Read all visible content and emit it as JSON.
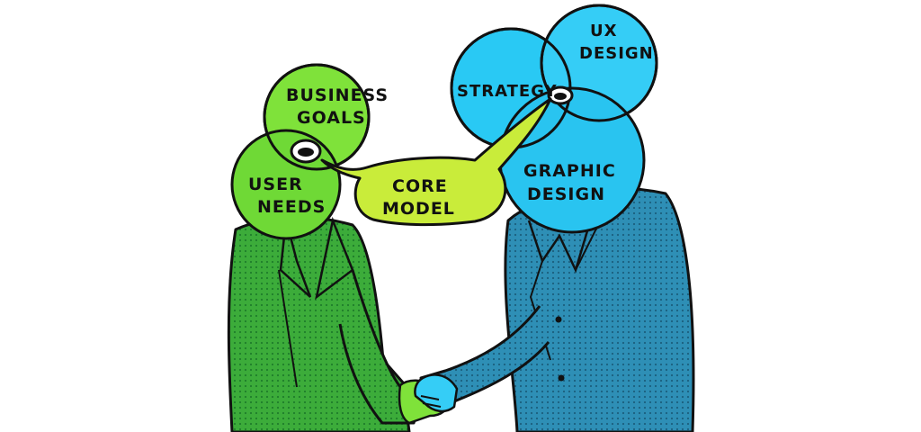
{
  "labels": {
    "business_goals": [
      "BUSINESS",
      "GOALS"
    ],
    "user_needs": [
      "USER",
      "NEEDS"
    ],
    "core_model": [
      "CORE",
      "MODEL"
    ],
    "strategy": "STRATEGY",
    "ux_design": [
      "UX",
      "DESIGN"
    ],
    "graphic_design": [
      "GRAPHIC",
      "DESIGN"
    ]
  },
  "colors": {
    "green_head": "#7fe23a",
    "green_head_dark": "#5fd12a",
    "green_suit": "#3cac3a",
    "speech_bubble": "#c9ec3a",
    "blue_head": "#29c9f4",
    "blue_suit": "#2e8fb6",
    "outline": "#111111"
  }
}
